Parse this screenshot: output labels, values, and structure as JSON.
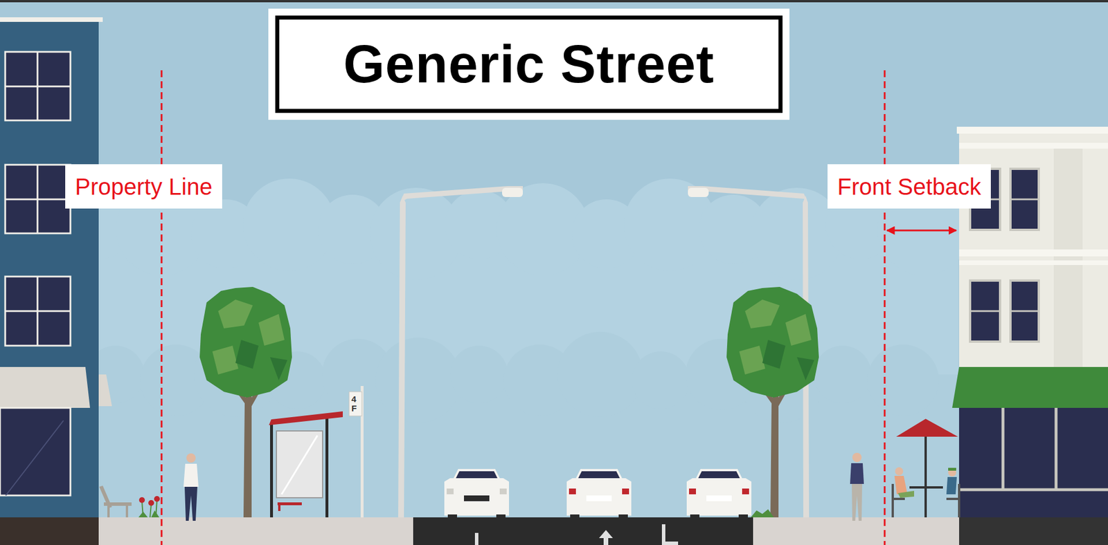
{
  "diagram": {
    "title": "Generic Street",
    "labels": [
      "Property Line",
      "Front Setback",
      "4F"
    ]
  }
}
